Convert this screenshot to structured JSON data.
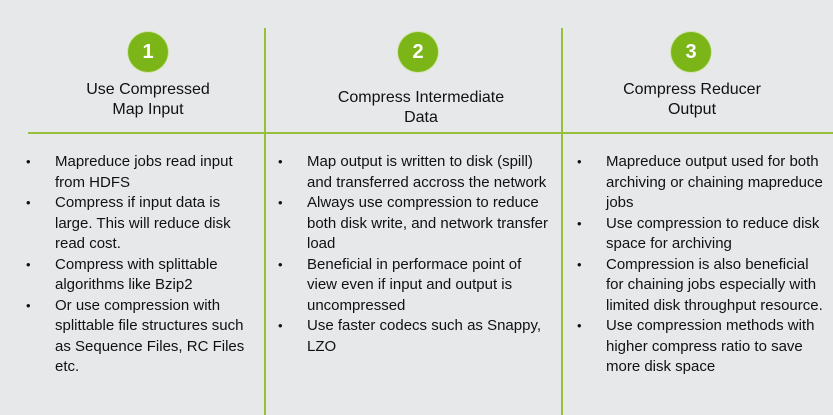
{
  "columns": [
    {
      "number": "1",
      "heading": "Use Compressed\nMap Input",
      "points": [
        "Mapreduce jobs read input from HDFS",
        "Compress if input data is large. This will reduce disk read cost.",
        "Compress with splittable algorithms like Bzip2",
        "Or use compression with splittable file structures such as Sequence Files, RC Files etc."
      ]
    },
    {
      "number": "2",
      "heading": "Compress Intermediate\nData",
      "points": [
        "Map output is written to disk (spill) and transferred accross the network",
        "Always use compression to reduce both disk write, and network transfer load",
        "Beneficial in performace point of view even if input and output is uncompressed",
        "Use faster codecs such as Snappy, LZO"
      ]
    },
    {
      "number": "3",
      "heading": "Compress Reducer\nOutput",
      "points": [
        "Mapreduce output used for both archiving or chaining mapreduce jobs",
        "Use compression to reduce disk space for archiving",
        "Compression is also beneficial for chaining jobs especially with limited disk throughput resource.",
        "Use compression methods with higher compress ratio to save more disk space"
      ]
    }
  ],
  "bullet_glyph": "•",
  "colors": {
    "accent": "#7cb518",
    "divider": "#97bf3a",
    "background": "#e7e8ea"
  }
}
